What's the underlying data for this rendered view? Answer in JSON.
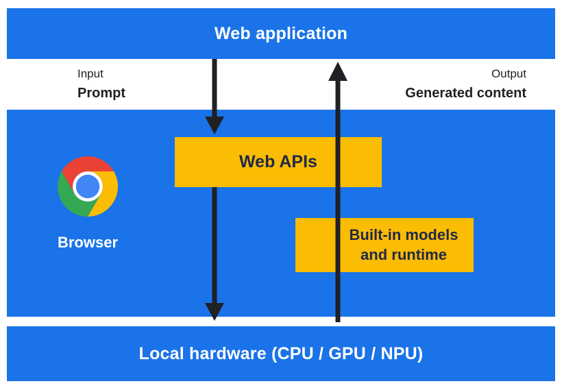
{
  "colors": {
    "primary_blue": "#1a73e8",
    "accent_yellow": "#fbbc04",
    "arrow_dark": "#202124",
    "box_text_navy": "#202946",
    "label_dark": "#202124",
    "white": "#ffffff",
    "chrome_red": "#ea4335",
    "chrome_yellow": "#fbbc04",
    "chrome_green": "#34a853",
    "chrome_blue": "#4285f4"
  },
  "top_bar": {
    "label": "Web application"
  },
  "flow": {
    "input_caption": "Input",
    "input_value": "Prompt",
    "output_caption": "Output",
    "output_value": "Generated content"
  },
  "middle": {
    "browser_label": "Browser",
    "browser_icon": "chrome-logo-icon",
    "web_apis_label": "Web APIs",
    "builtin_line1": "Built-in models",
    "builtin_line2": "and runtime"
  },
  "bottom_bar": {
    "label": "Local hardware (CPU / GPU / NPU)"
  }
}
